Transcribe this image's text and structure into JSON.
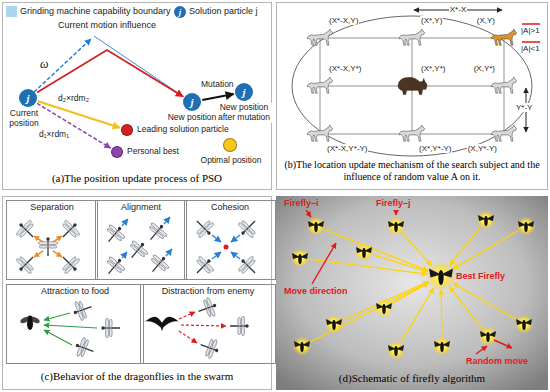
{
  "diagram": {
    "nodes": [
      {
        "text": [
          "(a)The position update process of PSO"
        ]
      },
      {
        "text": [
          "j",
          "Current position"
        ],
        "in": 0
      },
      {
        "text": [
          "Leading solution particle"
        ],
        "in": 0
      },
      {
        "text": [
          "Personal best"
        ],
        "in": 0
      },
      {
        "text": [
          "j",
          "New position"
        ],
        "in": 0
      },
      {
        "text": [
          "j",
          "New position after mutation"
        ],
        "in": 0
      },
      {
        "text": [
          "Optimal position"
        ],
        "in": 0
      },
      {
        "text": [
          "(b)The location update mechanism of the search subject and the influence of random value A on it."
        ]
      },
      {
        "text": [
          "(c)Behavior of the dragonflies in the swarm"
        ]
      },
      {
        "text": [
          "Separation"
        ],
        "in": 8
      },
      {
        "text": [
          "Alignment"
        ],
        "in": 8
      },
      {
        "text": [
          "Cohesion"
        ],
        "in": 8
      },
      {
        "text": [
          "Attraction to food"
        ],
        "in": 8
      },
      {
        "text": [
          "Distraction from enemy"
        ],
        "in": 8
      },
      {
        "text": [
          "(d)Schematic of firefly algorithm"
        ]
      }
    ],
    "edges": [
      {
        "from": 1,
        "to": 2,
        "label": "d₂×rdm₂",
        "arrow": "to"
      },
      {
        "from": 1,
        "to": 3,
        "label": "d₁×rdm₁",
        "arrow": "to"
      },
      {
        "from": 1,
        "to": 4,
        "arrow": "to"
      },
      {
        "from": 4,
        "to": 5,
        "label": "Mutation",
        "arrow": "to"
      }
    ],
    "labels": [
      "ω",
      "Current motion influence",
      "j",
      "X*-X",
      "|A|>1",
      "|A|<1",
      "Y*-Y",
      "(X*-X,Y)",
      "(X*,Y)",
      "(X,Y)",
      "(X*-X,Y*)",
      "(X*,Y*)",
      "(X,Y*)",
      "(X*-X,Y*-Y)",
      "(X*,Y*-Y)",
      "(X,Y*-Y)",
      "Firefly–i",
      "Firefly–j",
      "Move direction",
      "Best Firefly",
      "Random move"
    ],
    "legend": [
      {
        "text": "Grinding machine capability boundary",
        "color": "#a9d8ee"
      },
      {
        "text": "Solution particle j"
      }
    ]
  }
}
